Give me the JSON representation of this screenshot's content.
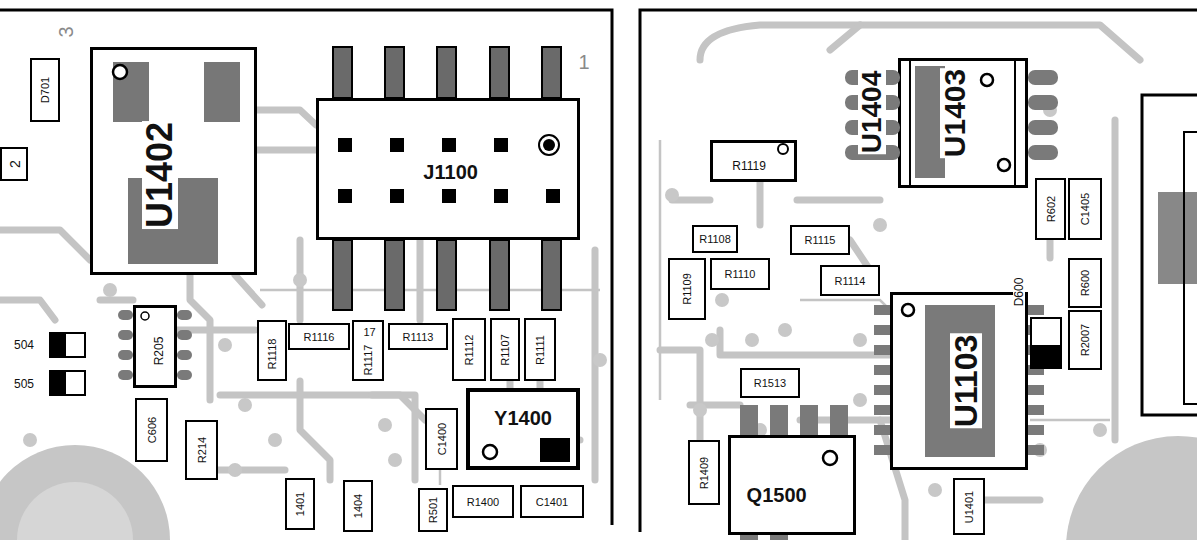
{
  "diagram": {
    "nodes": [
      {
        "text": [
          "D701"
        ]
      },
      {
        "text": [
          "2"
        ]
      },
      {
        "text": [
          "U1402"
        ]
      },
      {
        "text": [
          "J1100"
        ]
      },
      {
        "text": [
          "R205"
        ]
      },
      {
        "text": [
          "R1118"
        ]
      },
      {
        "text": [
          "R1116"
        ]
      },
      {
        "text": [
          "17",
          "R1117"
        ]
      },
      {
        "text": [
          "R1113"
        ]
      },
      {
        "text": [
          "R1112"
        ]
      },
      {
        "text": [
          "R1107"
        ]
      },
      {
        "text": [
          "R1111"
        ]
      },
      {
        "text": [
          "Y1400"
        ]
      },
      {
        "text": [
          "C606"
        ]
      },
      {
        "text": [
          "R214"
        ]
      },
      {
        "text": [
          "C1400"
        ]
      },
      {
        "text": [
          "1401"
        ]
      },
      {
        "text": [
          "1404"
        ]
      },
      {
        "text": [
          "R501"
        ]
      },
      {
        "text": [
          "R1400"
        ]
      },
      {
        "text": [
          "C1401"
        ]
      },
      {
        "text": [
          "U1403"
        ]
      },
      {
        "text": [
          "R1119"
        ]
      },
      {
        "text": [
          "R602"
        ]
      },
      {
        "text": [
          "C1405"
        ]
      },
      {
        "text": [
          "R1108"
        ]
      },
      {
        "text": [
          "R1115"
        ]
      },
      {
        "text": [
          "R1109"
        ]
      },
      {
        "text": [
          "R1110"
        ]
      },
      {
        "text": [
          "R1114"
        ]
      },
      {
        "text": [
          "R600"
        ]
      },
      {
        "text": [
          "U1103"
        ]
      },
      {
        "text": [
          "R2007"
        ]
      },
      {
        "text": [
          "R1513"
        ]
      },
      {
        "text": [
          "R1409"
        ]
      },
      {
        "text": [
          "Q1500"
        ]
      },
      {
        "text": [
          "U1401"
        ]
      }
    ],
    "labels": [
      "3",
      "1",
      "504",
      "505",
      "U1404",
      "D600"
    ]
  }
}
